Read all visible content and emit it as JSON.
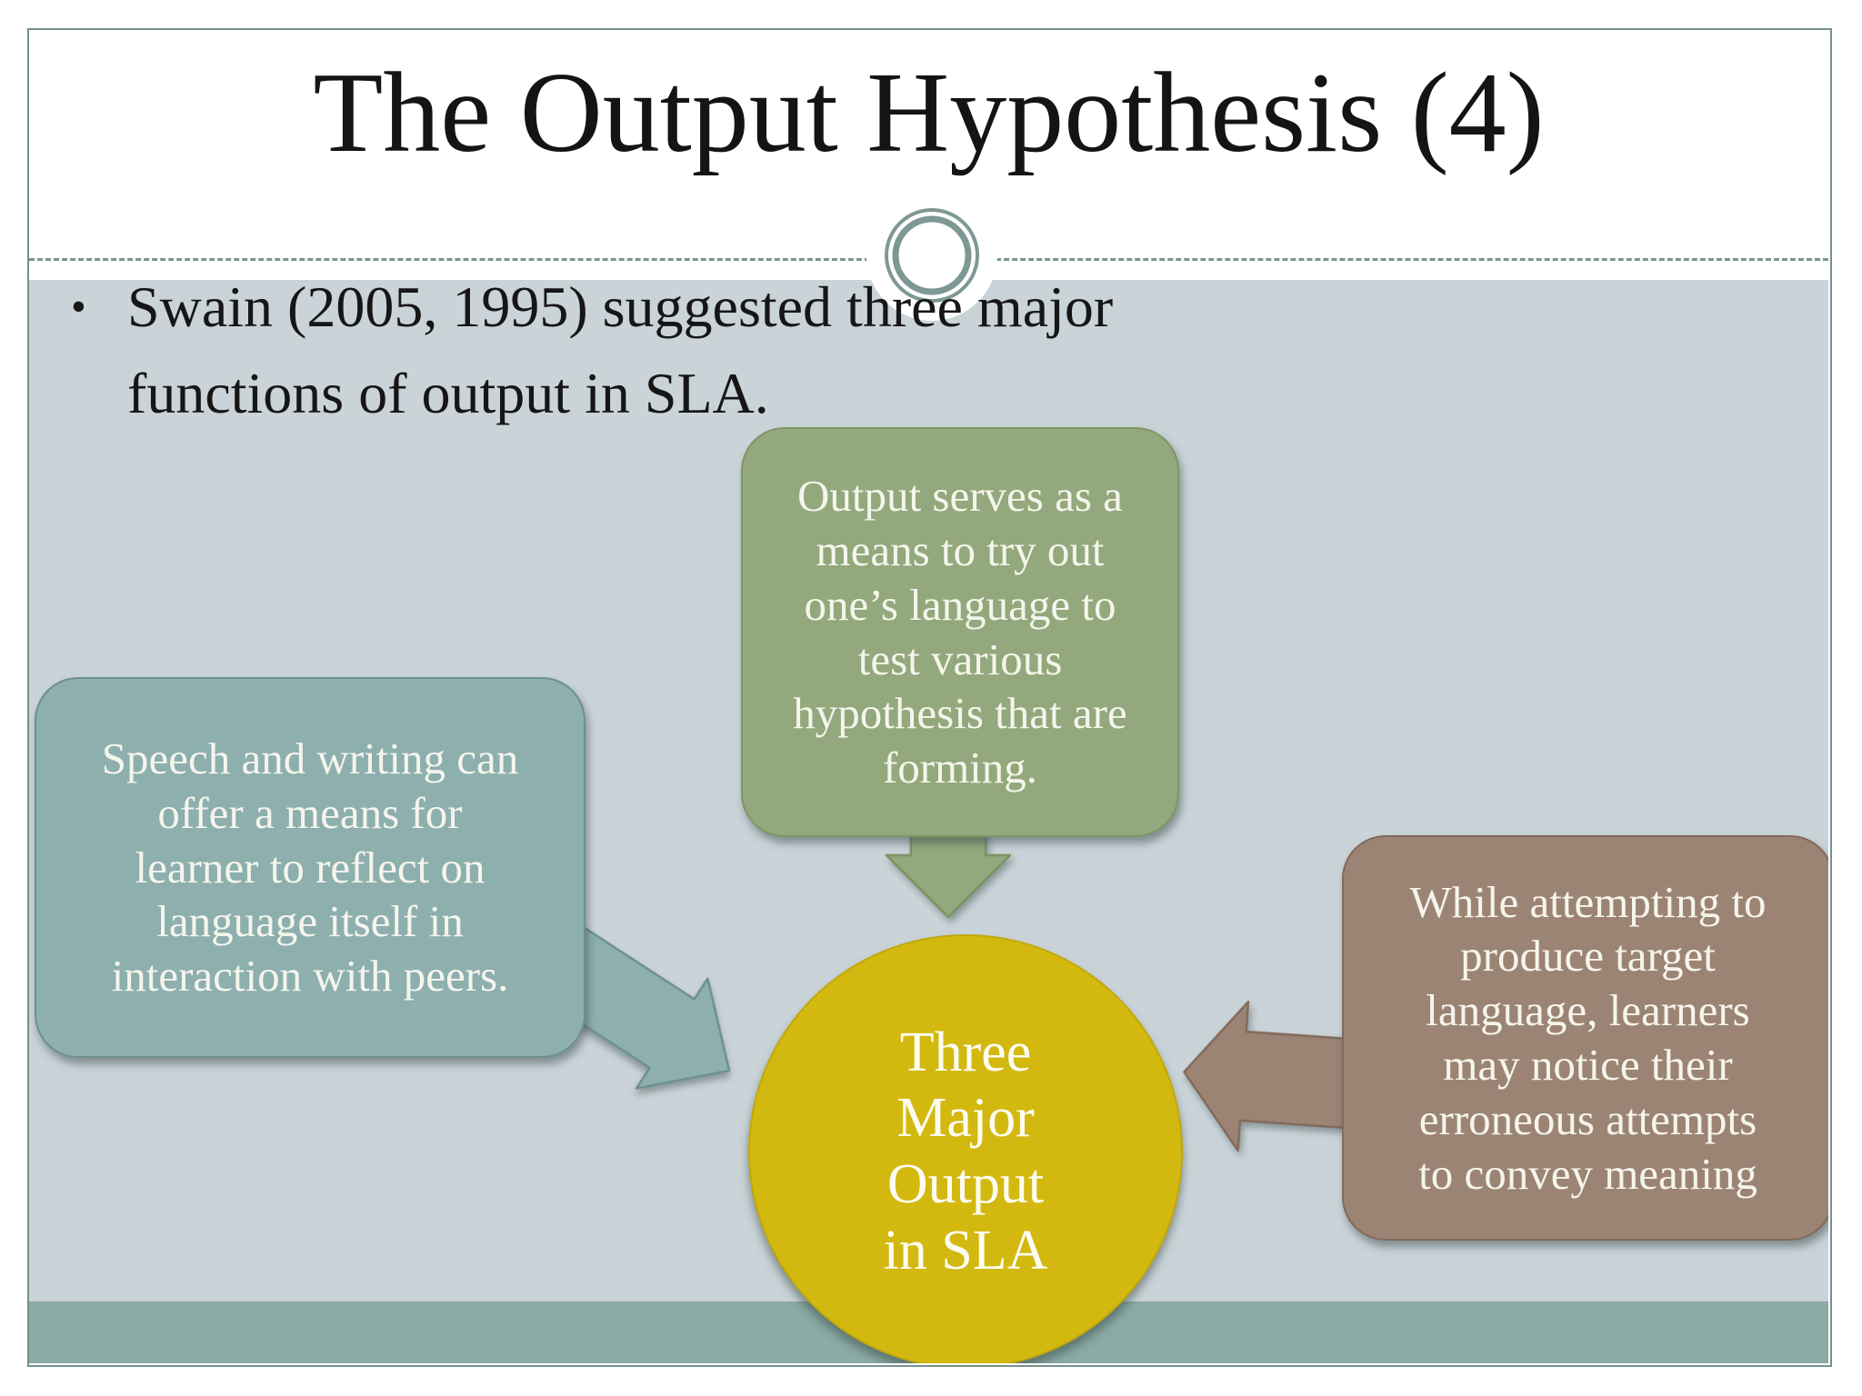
{
  "slide": {
    "title": "The Output Hypothesis (4)",
    "bullet": {
      "marker": "•",
      "text": "Swain (2005, 1995) suggested three major\nfunctions of output in SLA."
    },
    "diagram": {
      "top_box": {
        "text": "Output serves as a\nmeans to try out\none’s language to\ntest various\nhypothesis that are\nforming."
      },
      "left_box": {
        "text": "Speech and writing can\noffer a means for\nlearner to reflect on\nlanguage itself in\ninteraction with peers."
      },
      "right_box": {
        "text": "While attempting to\nproduce target\nlanguage, learners\nmay notice their\nerroneous attempts\nto convey meaning"
      },
      "center_circle": {
        "text": "Three\nMajor\nOutput\nin SLA"
      }
    },
    "palette": {
      "background_band": "#c9d3d8",
      "bottom_strip": "#8aaba6",
      "frame_border": "#76918d",
      "dashed_line": "#7e938f",
      "ring_ornament": "#7e9894",
      "top_box_green": "#93a87c",
      "left_box_teal": "#8dafae",
      "right_box_brown": "#9c8474",
      "circle_yellow": "#d3b90f",
      "title_text": "#141414",
      "callout_text": "#f5f5ec"
    }
  }
}
